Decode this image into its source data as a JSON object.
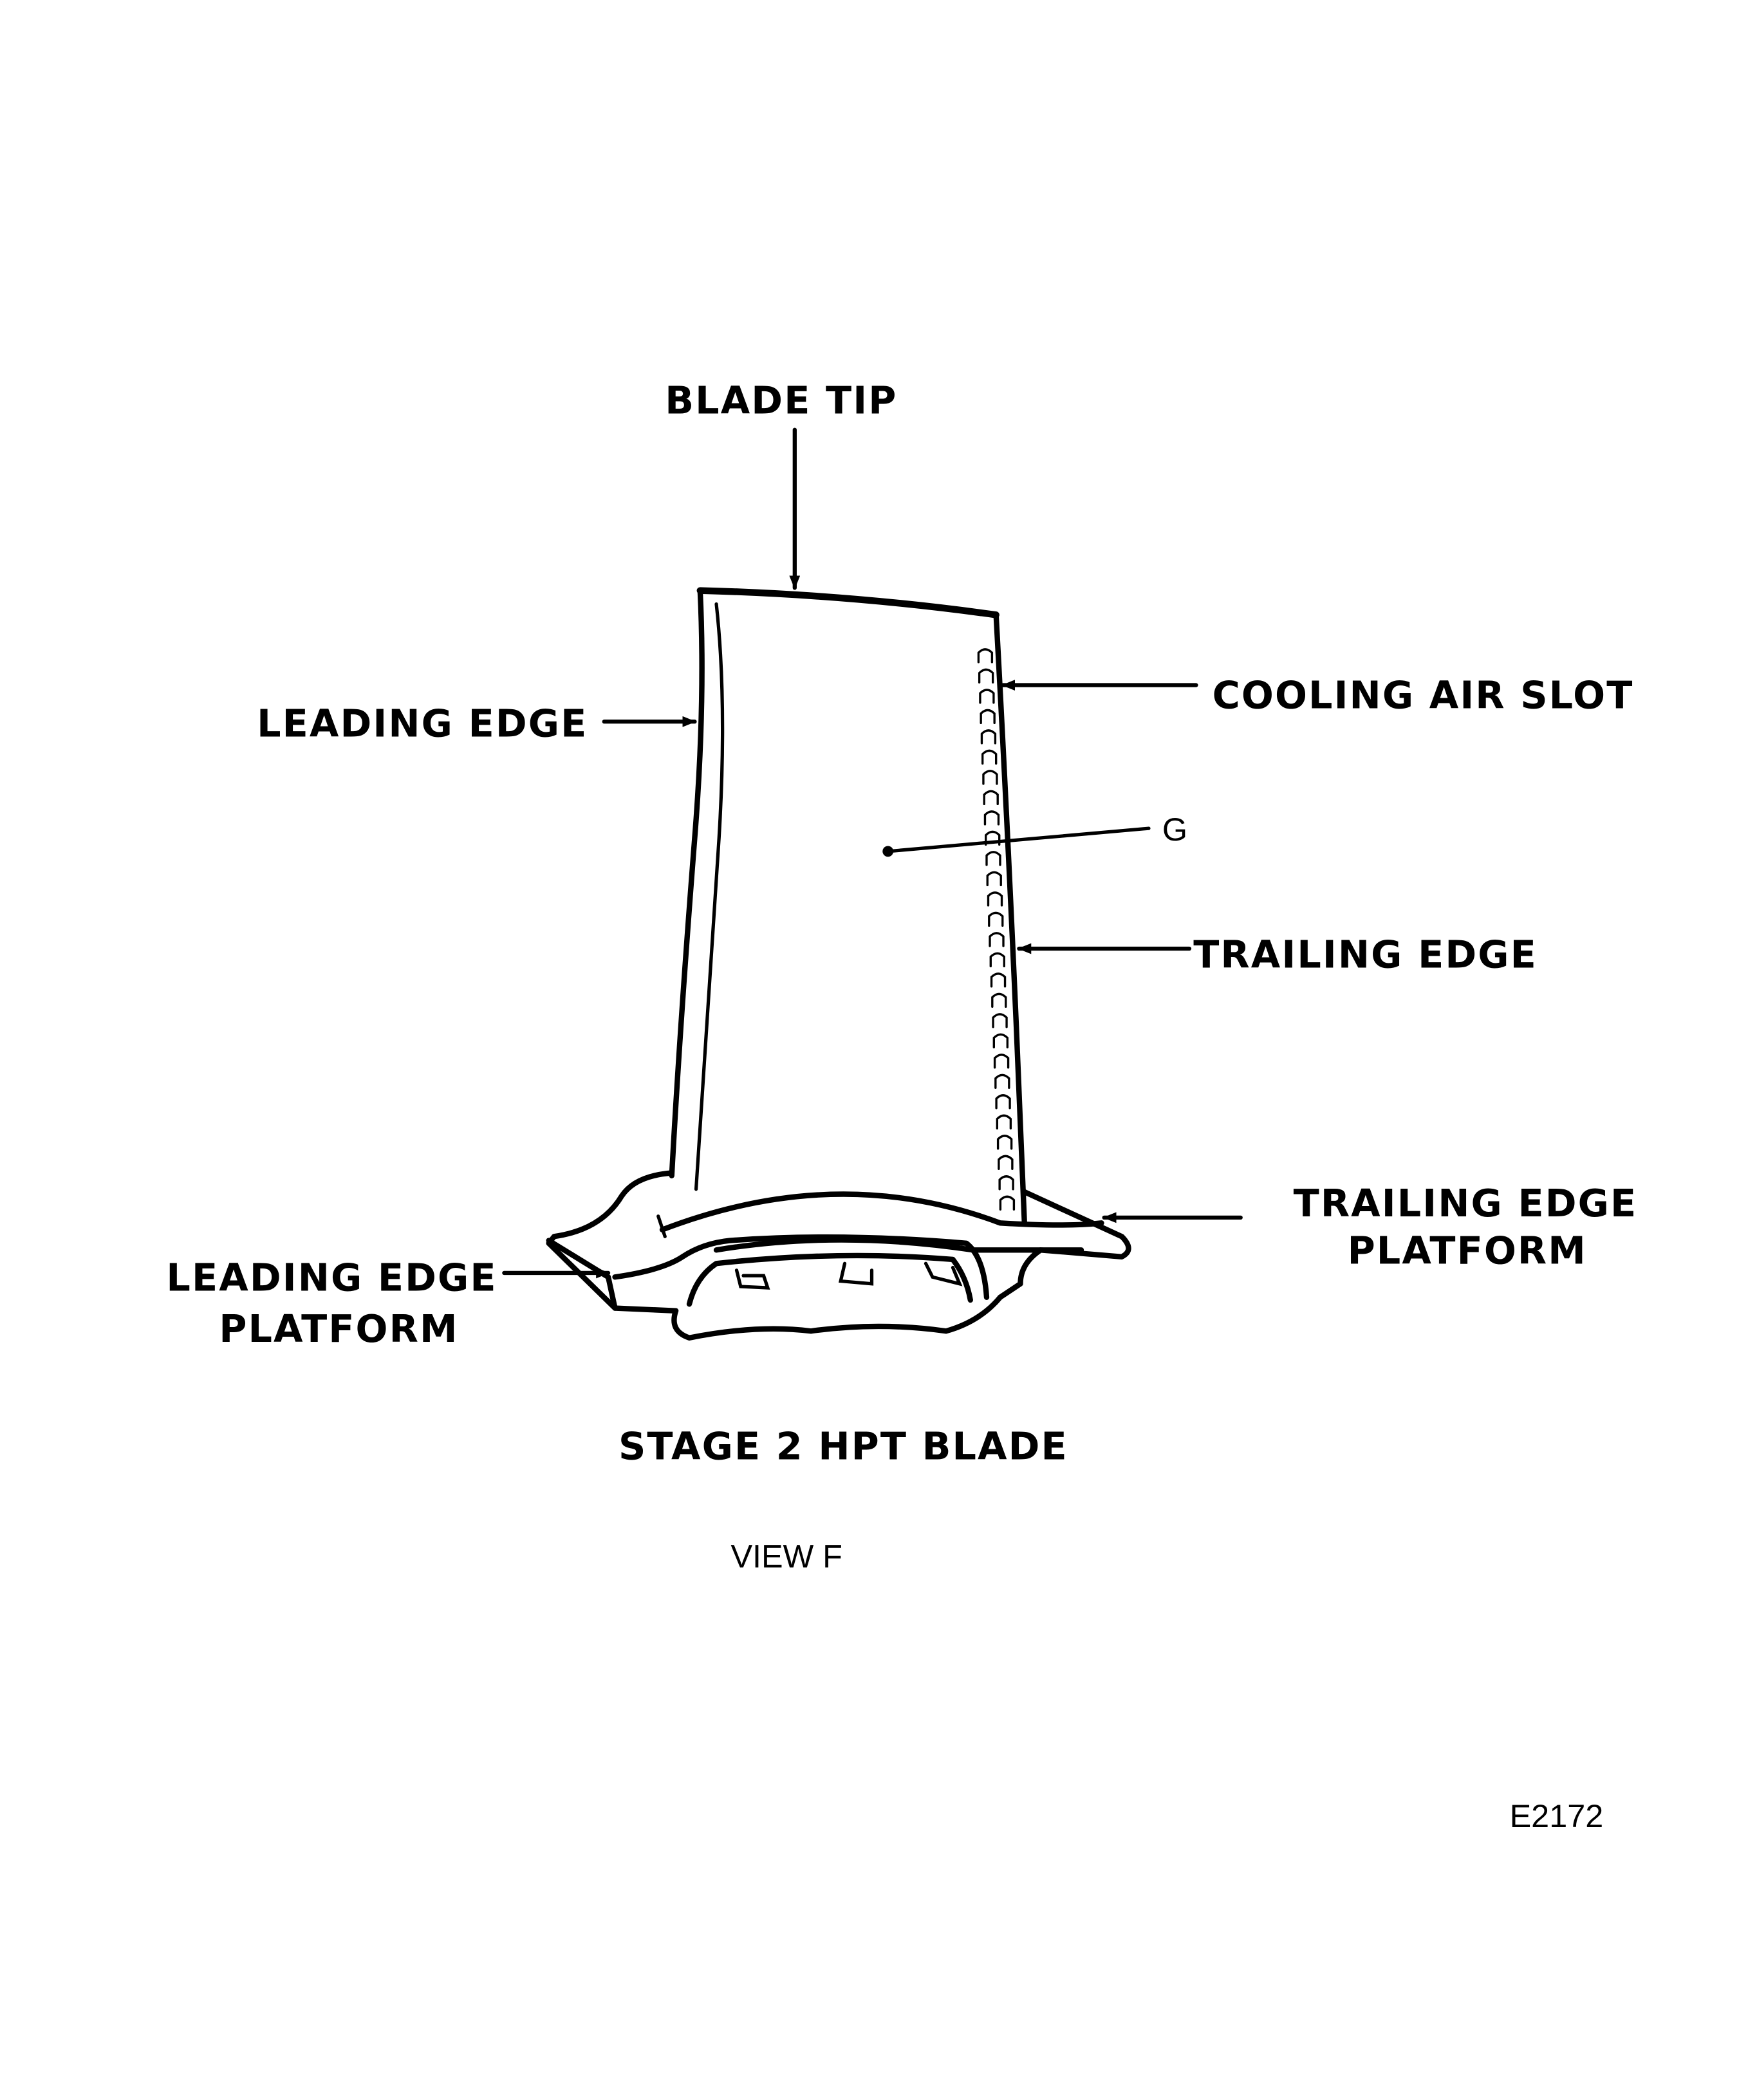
{
  "labels": {
    "blade_tip": "BLADE TIP",
    "leading_edge": "LEADING EDGE",
    "cooling_air_slot": "COOLING AIR SLOT",
    "g": "G",
    "trailing_edge": "TRAILING EDGE",
    "trailing_edge_platform_1": "TRAILING EDGE",
    "trailing_edge_platform_2": "PLATFORM",
    "leading_edge_platform_1": "LEADING EDGE",
    "leading_edge_platform_2": "PLATFORM"
  },
  "caption": "STAGE 2 HPT BLADE",
  "view": "VIEW F",
  "figure_id": "E2172"
}
